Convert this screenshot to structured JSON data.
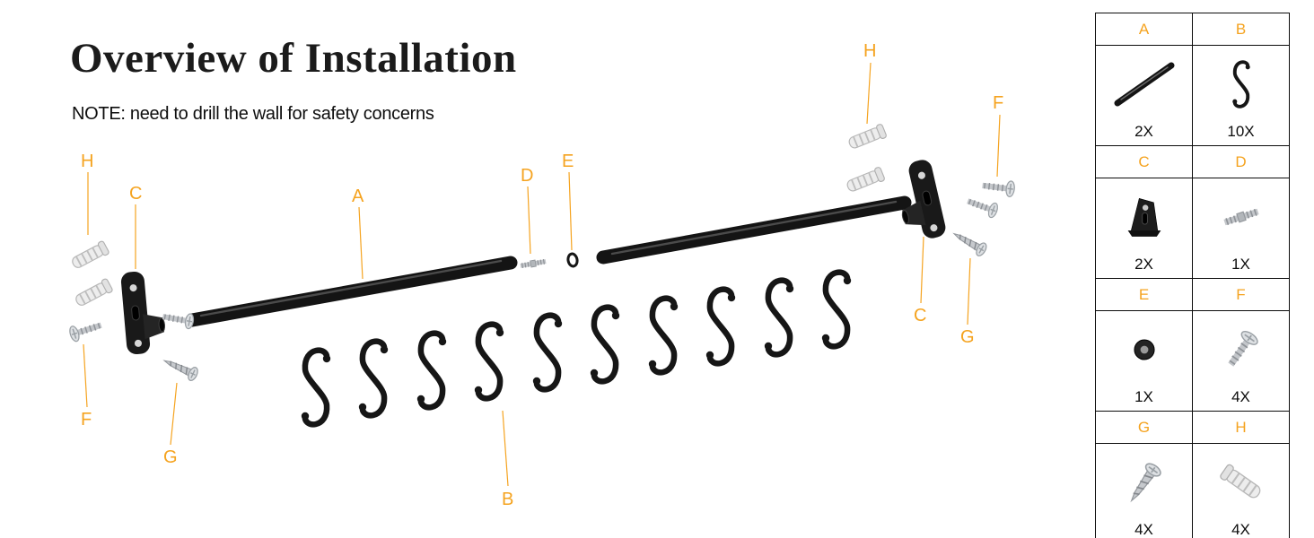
{
  "colors": {
    "accent": "#F5A31F",
    "ink": "#141414"
  },
  "header": {
    "title": "Overview of Installation",
    "note": "NOTE: need to drill the wall for safety concerns"
  },
  "diagram": {
    "labels": [
      {
        "text": "H"
      },
      {
        "text": "C"
      },
      {
        "text": "A"
      },
      {
        "text": "D"
      },
      {
        "text": "E"
      },
      {
        "text": "H"
      },
      {
        "text": "F"
      },
      {
        "text": "C"
      },
      {
        "text": "G"
      },
      {
        "text": "F"
      },
      {
        "text": "G"
      },
      {
        "text": "B"
      }
    ]
  },
  "parts_table": {
    "cells": [
      {
        "letter": "A",
        "qty": "2X",
        "icon": "rod-icon"
      },
      {
        "letter": "B",
        "qty": "10X",
        "icon": "s-hook-icon"
      },
      {
        "letter": "C",
        "qty": "2X",
        "icon": "bracket-icon"
      },
      {
        "letter": "D",
        "qty": "1X",
        "icon": "threaded-stud-icon"
      },
      {
        "letter": "E",
        "qty": "1X",
        "icon": "washer-icon"
      },
      {
        "letter": "F",
        "qty": "4X",
        "icon": "machine-screw-icon"
      },
      {
        "letter": "G",
        "qty": "4X",
        "icon": "wood-screw-icon"
      },
      {
        "letter": "H",
        "qty": "4X",
        "icon": "wall-anchor-icon"
      }
    ]
  }
}
